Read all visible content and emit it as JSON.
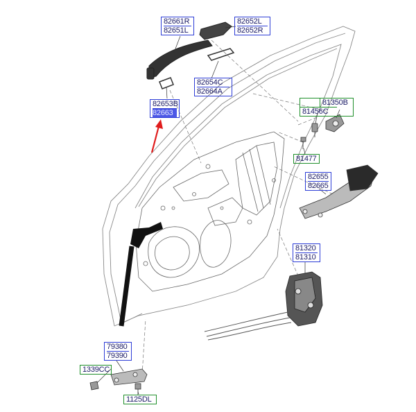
{
  "labels": {
    "handle_top": [
      "82661R",
      "82651L"
    ],
    "cover_top": [
      "82652L",
      "82652R"
    ],
    "gasket": [
      "82654C",
      "82664A"
    ],
    "base": [
      "82653B",
      "82663"
    ],
    "bolt_set": [
      "81350B",
      "81456C"
    ],
    "bolt": "81477",
    "outer_handle": [
      "82655",
      "82665"
    ],
    "latch": [
      "81320",
      "81310"
    ],
    "checker": [
      "79380",
      "79390"
    ],
    "screw1": "1339CC",
    "screw2": "1125DL"
  },
  "colors": {
    "blue_frame": "#2b3bd6",
    "green_frame": "#1f8f2a",
    "highlight": "#4c57e6",
    "arrow": "#e01c1c"
  }
}
